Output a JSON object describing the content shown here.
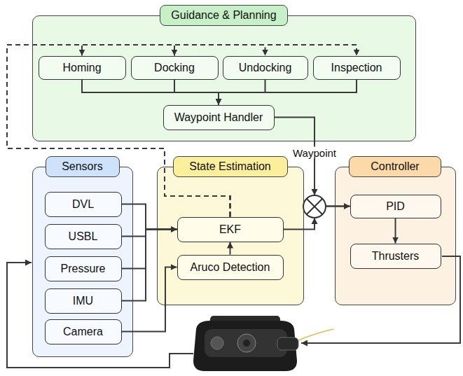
{
  "diagram": {
    "nodes": [
      {
        "text": [
          "Guidance & Planning"
        ]
      },
      {
        "text": [
          "Homing"
        ],
        "in": 0
      },
      {
        "text": [
          "Docking"
        ],
        "in": 0
      },
      {
        "text": [
          "Undocking"
        ],
        "in": 0
      },
      {
        "text": [
          "Inspection"
        ],
        "in": 0
      },
      {
        "text": [
          "Waypoint Handler"
        ],
        "in": 0
      },
      {
        "text": [
          "Sensors"
        ]
      },
      {
        "text": [
          "DVL"
        ],
        "in": 6
      },
      {
        "text": [
          "USBL"
        ],
        "in": 6
      },
      {
        "text": [
          "Pressure"
        ],
        "in": 6
      },
      {
        "text": [
          "IMU"
        ],
        "in": 6
      },
      {
        "text": [
          "Camera"
        ],
        "in": 6
      },
      {
        "text": [
          "State Estimation"
        ]
      },
      {
        "text": [
          "EKF"
        ],
        "in": 12
      },
      {
        "text": [
          "Aruco Detection"
        ],
        "in": 12
      },
      {
        "text": [
          "Controller"
        ]
      },
      {
        "text": [
          "PID"
        ],
        "in": 15
      },
      {
        "text": [
          "Thrusters"
        ],
        "in": 15
      }
    ],
    "edges": [
      {
        "from": 1,
        "to": 5,
        "arrow": "to"
      },
      {
        "from": 2,
        "to": 5,
        "arrow": "to"
      },
      {
        "from": 3,
        "to": 5,
        "arrow": "to"
      },
      {
        "from": 4,
        "to": 5,
        "arrow": "to"
      },
      {
        "from": 5,
        "to": 16,
        "label": "Waypoint",
        "arrow": "to"
      },
      {
        "from": 7,
        "to": 13,
        "arrow": "to"
      },
      {
        "from": 8,
        "to": 13,
        "arrow": "to"
      },
      {
        "from": 9,
        "to": 13,
        "arrow": "to"
      },
      {
        "from": 10,
        "to": 13,
        "arrow": "to"
      },
      {
        "from": 11,
        "to": 14,
        "arrow": "to"
      },
      {
        "from": 14,
        "to": 13,
        "arrow": "to"
      },
      {
        "from": 13,
        "to": 16,
        "arrow": "to"
      },
      {
        "from": 16,
        "to": 17,
        "arrow": "to"
      },
      {
        "from": 13,
        "to": 1,
        "arrow": "to"
      },
      {
        "from": 13,
        "to": 2,
        "arrow": "to"
      },
      {
        "from": 13,
        "to": 3,
        "arrow": "to"
      },
      {
        "from": 13,
        "to": 4,
        "arrow": "to"
      }
    ]
  }
}
